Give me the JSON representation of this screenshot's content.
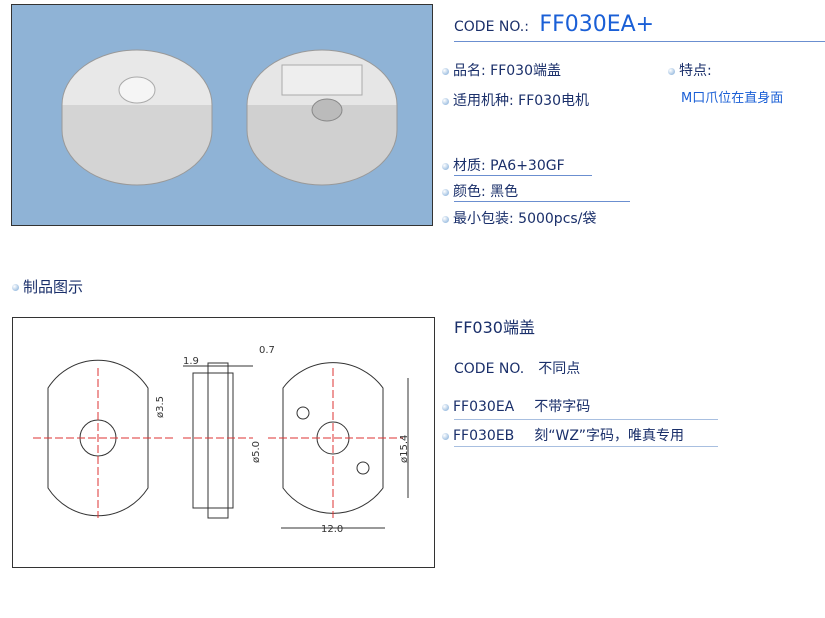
{
  "header": {
    "code_label": "CODE NO.:",
    "code_value": "FF030EA+"
  },
  "specs": [
    {
      "label": "品名:",
      "value": "FF030端盖"
    },
    {
      "label": "适用机种:",
      "value": "FF030电机"
    },
    {
      "label": "材质:",
      "value": "PA6+30GF"
    },
    {
      "label": "颜色:",
      "value": "黑色"
    },
    {
      "label": "最小包装:",
      "value": "5000pcs/袋"
    }
  ],
  "feature": {
    "label": "特点:",
    "value": "M口爪位在直身面"
  },
  "section_title": "制品图示",
  "drawing": {
    "dims": [
      "1.9",
      "0.7",
      "ø3.5",
      "ø5.0",
      "ø15.4",
      "12.0"
    ]
  },
  "variants": {
    "title": "FF030端盖",
    "header_code": "CODE NO.",
    "header_diff": "不同点",
    "rows": [
      {
        "code": "FF030EA",
        "diff": "不带字码"
      },
      {
        "code": "FF030EB",
        "diff": "刻“WZ”字码，唯真专用"
      }
    ]
  },
  "colors": {
    "accent": "#1a5fd6",
    "text": "#1a2f6a"
  }
}
